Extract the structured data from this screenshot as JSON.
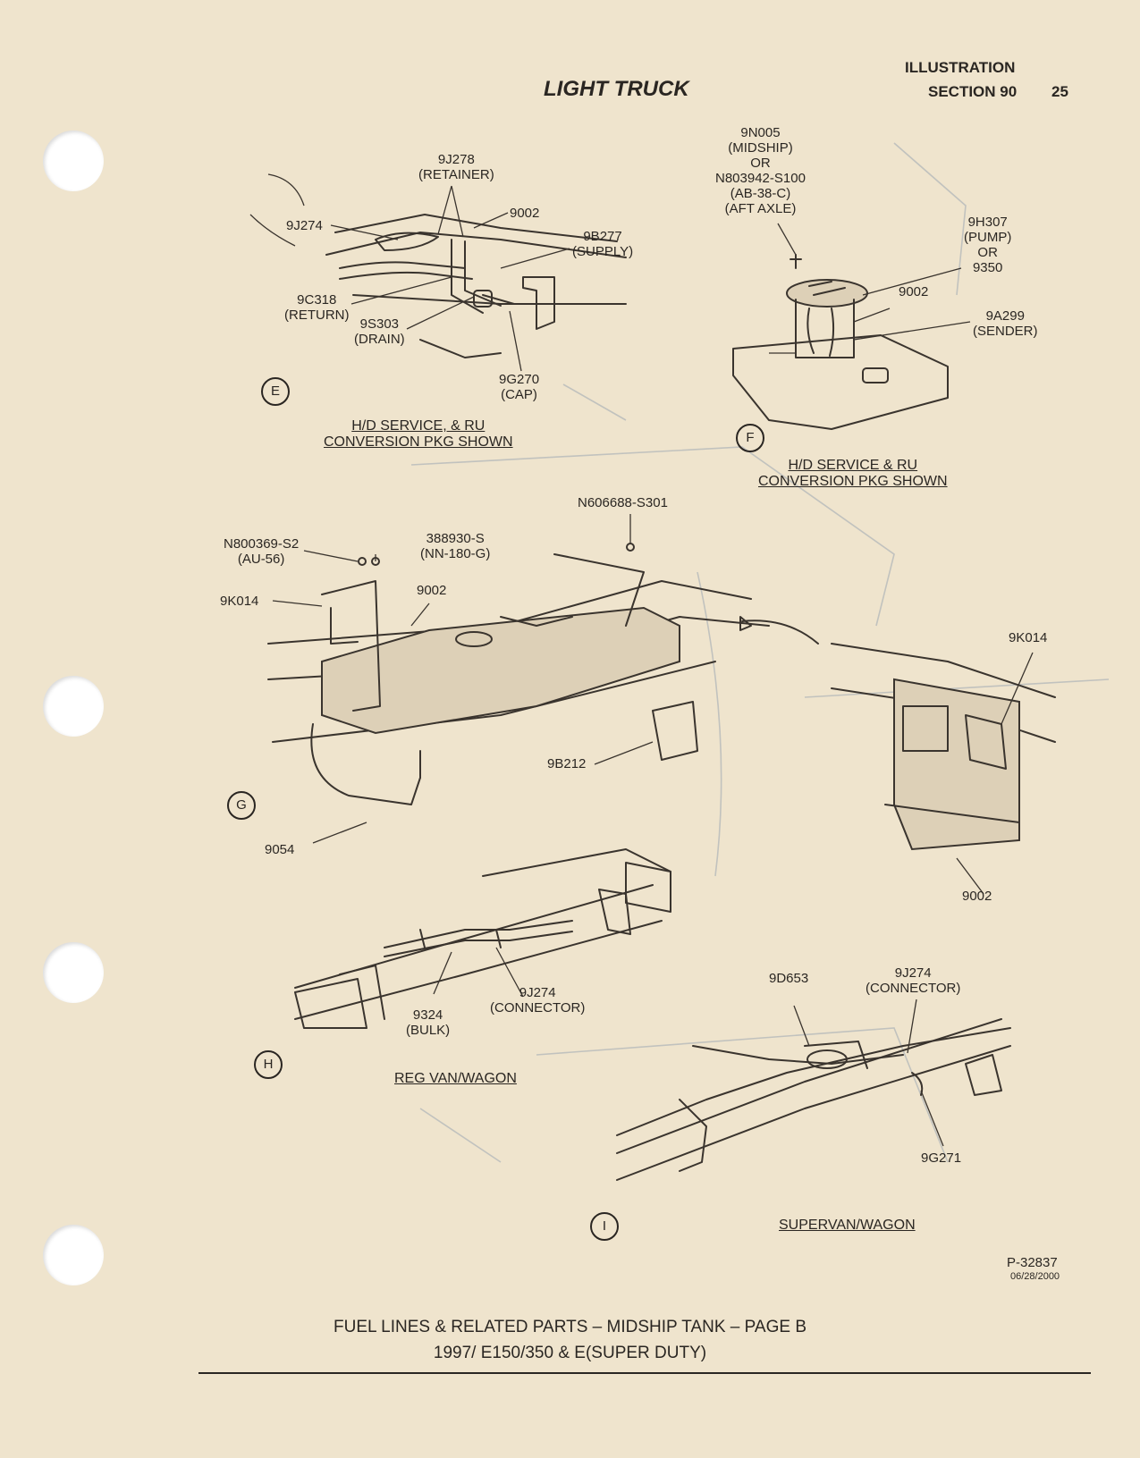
{
  "header": {
    "title": "LIGHT TRUCK",
    "section_line1": "ILLUSTRATION",
    "section_line2": "SECTION 90",
    "page_number": "25"
  },
  "views": {
    "E": {
      "marker": "E",
      "labels": {
        "retainer": "9J278\n(RETAINER)",
        "tank": "9002",
        "connector": "9J274",
        "supply": "9B277\n(SUPPLY)",
        "return": "9C318\n(RETURN)",
        "drain": "9S303\n(DRAIN)",
        "cap": "9G270\n(CAP)"
      },
      "caption": "H/D SERVICE, & RU\nCONVERSION PKG SHOWN"
    },
    "F": {
      "marker": "F",
      "labels": {
        "bolt": "9N005\n(MIDSHIP)\nOR\nN803942-S100\n(AB-38-C)\n(AFT AXLE)",
        "pump": "9H307\n(PUMP)\nOR\n9350",
        "tank": "9002",
        "sender": "9A299\n(SENDER)"
      },
      "caption": "H/D SERVICE & RU\nCONVERSION PKG SHOWN"
    },
    "G": {
      "marker": "G",
      "labels": {
        "bolt_top": "N606688-S301",
        "nut": "N800369-S2\n(AU-56)",
        "bolt": "388930-S\n(NN-180-G)",
        "bracket_left": "9K014",
        "tank": "9002",
        "shield": "9B212",
        "strap": "9054",
        "bracket_right": "9K014",
        "tank_right": "9002"
      }
    },
    "H": {
      "marker": "H",
      "labels": {
        "connector": "9J274\n(CONNECTOR)",
        "bulk": "9324\n(BULK)"
      },
      "caption": "REG VAN/WAGON"
    },
    "I": {
      "marker": "I",
      "labels": {
        "filler": "9D653",
        "connector": "9J274\n(CONNECTOR)",
        "clip": "9G271"
      },
      "caption": "SUPERVAN/WAGON"
    }
  },
  "ref": {
    "number": "P-32837",
    "date": "06/28/2000"
  },
  "footer": {
    "line1": "FUEL LINES & RELATED PARTS – MIDSHIP TANK – PAGE B",
    "line2": "1997/ E150/350 & E(SUPER DUTY)"
  }
}
